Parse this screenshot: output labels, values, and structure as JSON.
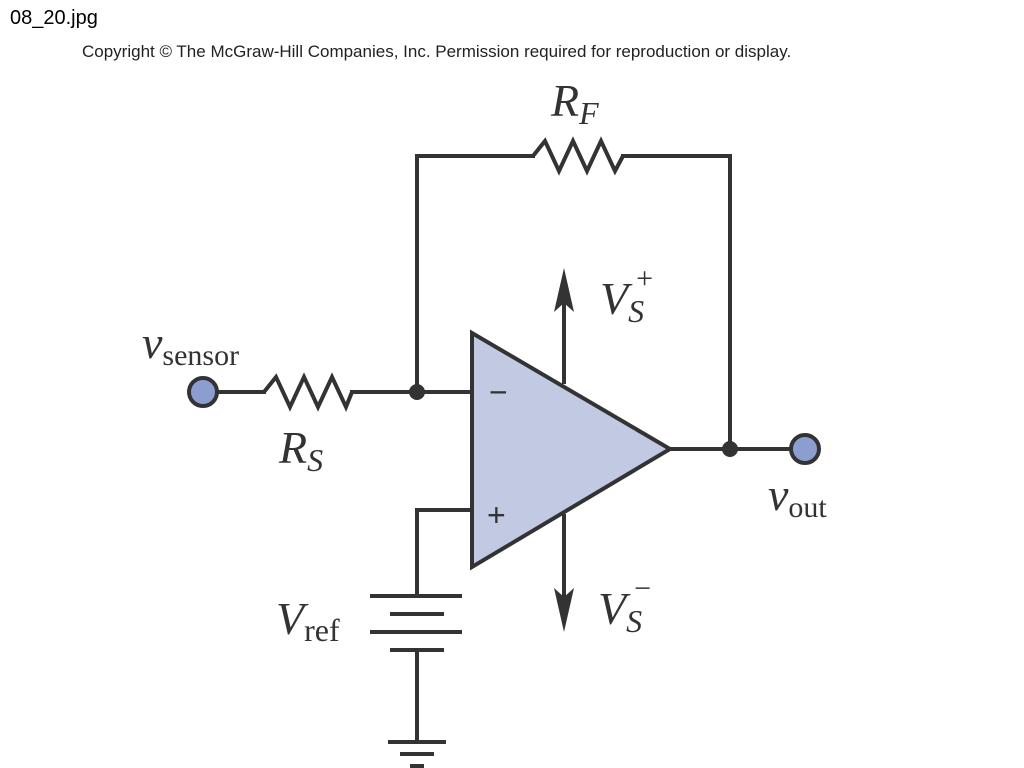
{
  "header": {
    "file_name": "08_20.jpg",
    "copyright": "Copyright © The McGraw-Hill Companies, Inc. Permission required for reproduction or display."
  },
  "circuit": {
    "labels": {
      "rf": {
        "main": "R",
        "sub": "F"
      },
      "rs": {
        "main": "R",
        "sub": "S"
      },
      "vsensor": {
        "main": "v",
        "sub": "sensor"
      },
      "vout": {
        "main": "v",
        "sub": "out"
      },
      "vref": {
        "main": "V",
        "sub": "ref"
      },
      "vs_plus": {
        "main": "V",
        "sub": "S",
        "sup": "+"
      },
      "vs_minus": {
        "main": "V",
        "sub": "S",
        "sup": "−"
      },
      "inverting": "−",
      "noninverting": "+"
    },
    "colors": {
      "wire": "#333333",
      "opamp_fill": "#c2cae3",
      "terminal_fill": "#8c9dd0"
    }
  }
}
